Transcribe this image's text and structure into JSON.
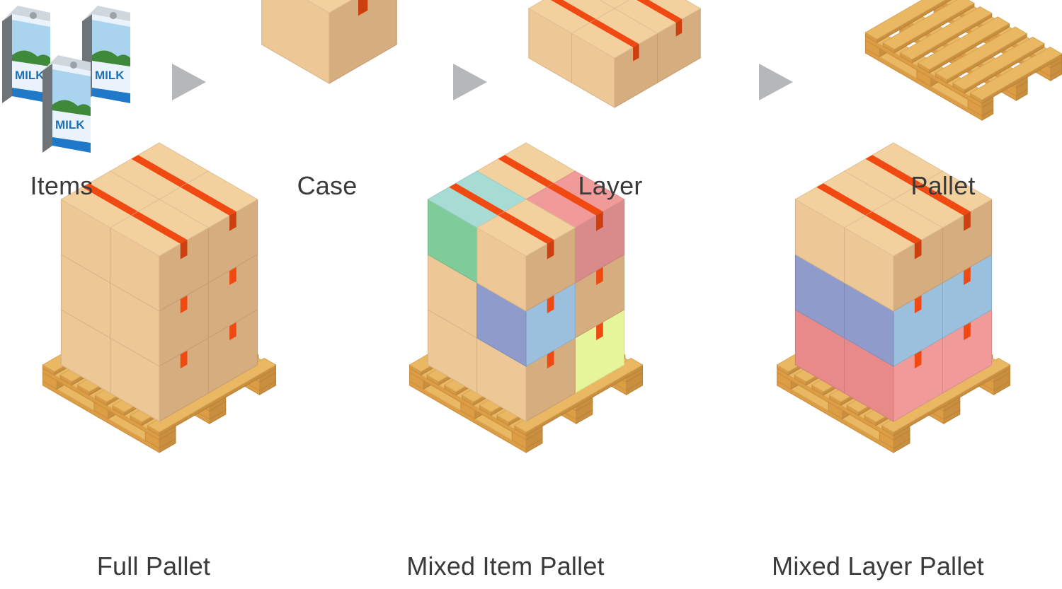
{
  "labels": {
    "items": "Items",
    "case": "Case",
    "layer": "Layer",
    "pallet": "Pallet",
    "full_pallet": "Full Pallet",
    "mixed_item_pallet": "Mixed Item Pallet",
    "mixed_layer_pallet": "Mixed Layer Pallet"
  },
  "carton": {
    "brand": "MILK",
    "icons": [
      "milk-carton-icon",
      "milk-carton-icon",
      "milk-carton-icon"
    ]
  },
  "arrows": [
    "arrow-right-icon",
    "arrow-right-icon",
    "arrow-right-icon"
  ],
  "colors": {
    "box_top": "#F2D19F",
    "box_left": "#D6AD7E",
    "box_right": "#EDC795",
    "tape": "#F04A12",
    "wood_top": "#EAB762",
    "wood_side": "#C98F3F",
    "arrow": "#B5B7BA",
    "label": "#3A3A3A",
    "box_teal": "#A7DCD5",
    "box_green": "#7FCB9A",
    "box_pink": "#F19A9A",
    "box_blue": "#8E9BCB",
    "box_lightblue": "#9AC0DD",
    "box_lime": "#E7F59A",
    "box_rose": "#E88A8A"
  }
}
